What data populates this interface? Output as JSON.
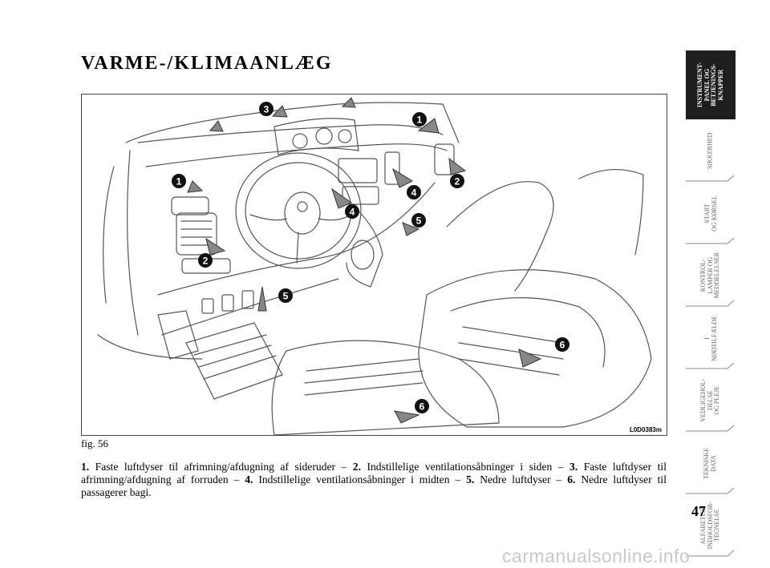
{
  "page": {
    "title": "VARME-/KLIMAANLÆG",
    "figure_code": "L0D0383m",
    "figure_caption": "fig. 56",
    "page_number": "47",
    "watermark": "carmanualsonline.info"
  },
  "body": [
    {
      "num": "1.",
      "text": " Faste luftdyser til afrimning/afdugning af sideruder – "
    },
    {
      "num": "2.",
      "text": " Indstillelige ventilationsåbninger i siden – "
    },
    {
      "num": "3.",
      "text": " Faste luftdyser til afrimning/afdugning af forruden – "
    },
    {
      "num": "4.",
      "text": " Indstillelige ventilationsåbninger i midten – "
    },
    {
      "num": "5.",
      "text": " Nedre luftdyser – "
    },
    {
      "num": "6.",
      "text": " Nedre luftdyser til passagerer bagi."
    }
  ],
  "figure_markers": [
    "1",
    "2",
    "3",
    "4",
    "5",
    "6",
    "1",
    "2",
    "4",
    "5",
    "6"
  ],
  "tabs": [
    {
      "label": "INSTRUMENT-\nPANEL OG\nBETJENINGS-\nKNAPPER",
      "active": true
    },
    {
      "label": "SIKKERHED",
      "active": false
    },
    {
      "label": "START\nOG KØRSEL",
      "active": false
    },
    {
      "label": "KONTROL-\nLAMPER OG\nMEDDELELSER",
      "active": false
    },
    {
      "label": "I\nNØDTILFÆLDE",
      "active": false
    },
    {
      "label": "VEDLIGEHOL-\nDELSE\nOG PLEJE",
      "active": false
    },
    {
      "label": "TEKNISKE\nDATA",
      "active": false
    },
    {
      "label": "ALFABETISK\nINDHOLDSFOR-\nTEGNELSE",
      "active": false
    }
  ],
  "colors": {
    "tab_active": "#1e1e1e",
    "tab_inactive_text": "#666666",
    "marker": "#111111",
    "line_art": "#555555"
  }
}
